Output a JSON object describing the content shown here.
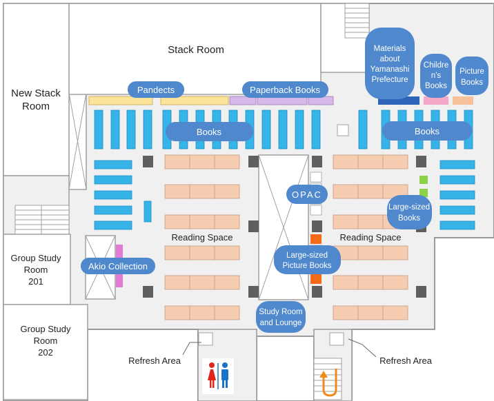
{
  "rooms": {
    "stack_room": "Stack Room",
    "new_stack_room": [
      "New Stack",
      "Room"
    ],
    "group_study_201": [
      "Group Study",
      "Room",
      "201"
    ],
    "group_study_202": [
      "Group Study",
      "Room",
      "202"
    ],
    "reading_space_left": "Reading Space",
    "reading_space_right": "Reading Space",
    "refresh_area_left": "Refresh Area",
    "refresh_area_right": "Refresh Area"
  },
  "labels": {
    "pandects": "Pandects",
    "paperback_books": "Paperback Books",
    "books_left": "Books",
    "books_right": "Books",
    "opac": "OPAC",
    "large_sized_books": [
      "Large-sized",
      "Books"
    ],
    "large_sized_picture_books": [
      "Large-sized",
      "Picture Books"
    ],
    "akio_collection": "Akio Collection",
    "study_room_lounge": [
      "Study Room",
      "and Lounge"
    ],
    "materials_yamanashi": [
      "Materials",
      "about",
      "Yamanashi",
      "Prefecture"
    ],
    "childrens_books": [
      "Childre",
      "n's",
      "Books"
    ],
    "picture_books": [
      "Picture",
      "Books"
    ]
  },
  "colors": {
    "floor": "#f0f0f0",
    "wall": "#9a9a9a",
    "shelf_blue": "#36b4e8",
    "table_orange": "#f7cdb2",
    "label_pill": "#4f88cc",
    "pandects_yellow": "#fbe39a",
    "paperback_purple": "#d7b8e8",
    "yamanashi_dark_blue": "#2e63b8",
    "childrens_pink": "#f4a6c6",
    "picture_orange": "#f7c29a",
    "akio_magenta": "#e27ad6",
    "large_picture_orange": "#f26a1a",
    "large_books_green": "#8bd14a",
    "pillar_gray": "#5f5f5f",
    "restroom_red": "#e0251c",
    "restroom_blue": "#1a73c7",
    "stairs_arrow": "#f08a1a"
  },
  "icons": {
    "restroom": "restroom-icon",
    "stairs_arrow": "stairs-up-arrow-icon"
  }
}
